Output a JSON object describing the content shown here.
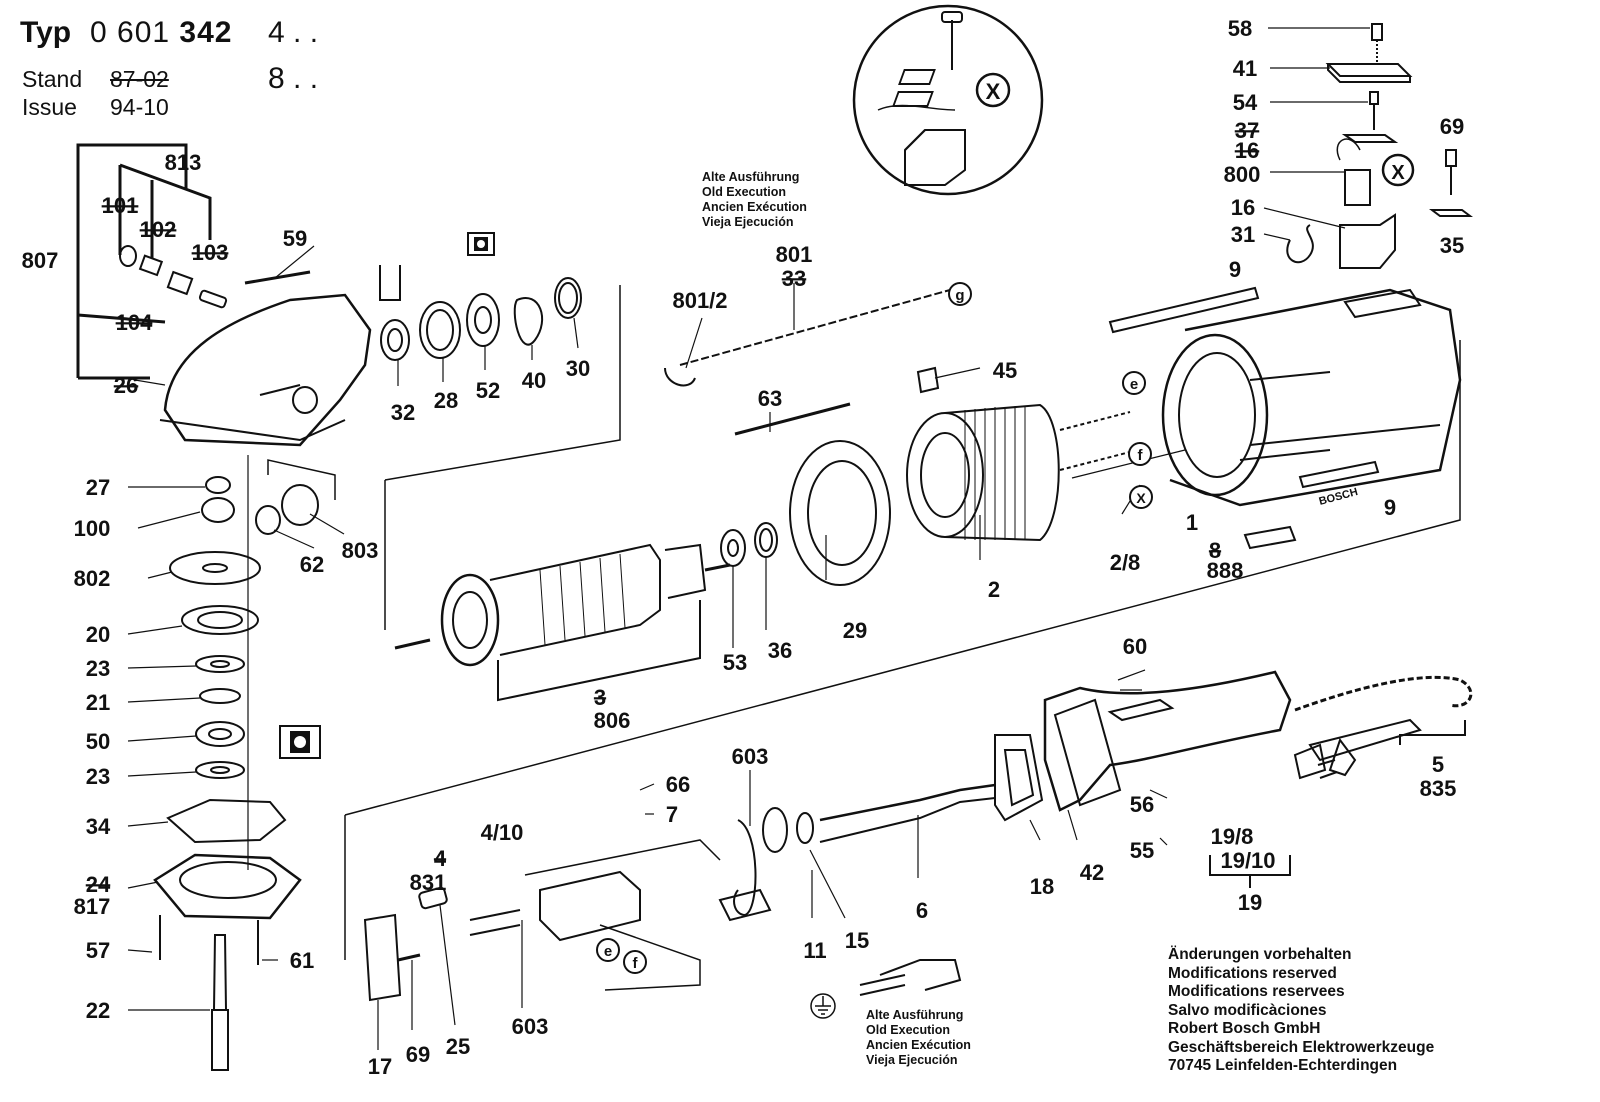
{
  "header": {
    "typ_label": "Typ",
    "typ_code_prefix": "0 601",
    "typ_code_main": "342",
    "typ_suffix_1": "4 . .",
    "typ_suffix_2": "8 . .",
    "stand_label": "Stand",
    "stand_value": "87-02",
    "issue_label": "Issue",
    "issue_value": "94-10"
  },
  "old_execution_labels": [
    "Alte Ausführung",
    "Old Execution",
    "Ancien Exécution",
    "Vieja Ejecución"
  ],
  "notes": [
    "Änderungen vorbehalten",
    "Modifications reserved",
    "Modifications reservees",
    "Salvo modificàciones",
    "Robert Bosch GmbH",
    "Geschäftsbereich Elektrowerkzeuge",
    "70745 Leinfelden-Echterdingen"
  ],
  "brand_mark": "BOSCH",
  "symbol_letters": {
    "x": "X",
    "e": "e",
    "f": "f",
    "g": "g"
  },
  "part_numbers": {
    "p58": "58",
    "p41": "41",
    "p54": "54",
    "p37": "37",
    "p16a": "16",
    "p800": "800",
    "p16": "16",
    "p31": "31",
    "p69a": "69",
    "p35": "35",
    "p9a": "9",
    "p9b": "9",
    "p1": "1",
    "p45": "45",
    "p2": "2",
    "p2_8": "2/8",
    "p8": "8",
    "p888": "888",
    "p801_2": "801/2",
    "p801": "801",
    "p33": "33",
    "p63": "63",
    "p29": "29",
    "p53": "53",
    "p36": "36",
    "p3": "3",
    "p806": "806",
    "p813": "813",
    "p101": "101",
    "p102": "102",
    "p103": "103",
    "p104": "104",
    "p807": "807",
    "p59": "59",
    "p26": "26",
    "p32": "32",
    "p28": "28",
    "p52": "52",
    "p40": "40",
    "p30": "30",
    "p27": "27",
    "p100": "100",
    "p62": "62",
    "p803": "803",
    "p802": "802",
    "p20": "20",
    "p23a": "23",
    "p21": "21",
    "p50": "50",
    "p23b": "23",
    "p34": "34",
    "p24": "24",
    "p817": "817",
    "p57": "57",
    "p61": "61",
    "p22": "22",
    "p60": "60",
    "p5": "5",
    "p835": "835",
    "p603a": "603",
    "p66": "66",
    "p7": "7",
    "p4_10": "4/10",
    "p4": "4",
    "p831": "831",
    "p56": "56",
    "p55": "55",
    "p19_8": "19/8",
    "p19_10": "19/10",
    "p19": "19",
    "p18": "18",
    "p42": "42",
    "p6": "6",
    "p11": "11",
    "p15": "15",
    "p603b": "603",
    "p17": "17",
    "p69b": "69",
    "p25": "25"
  }
}
